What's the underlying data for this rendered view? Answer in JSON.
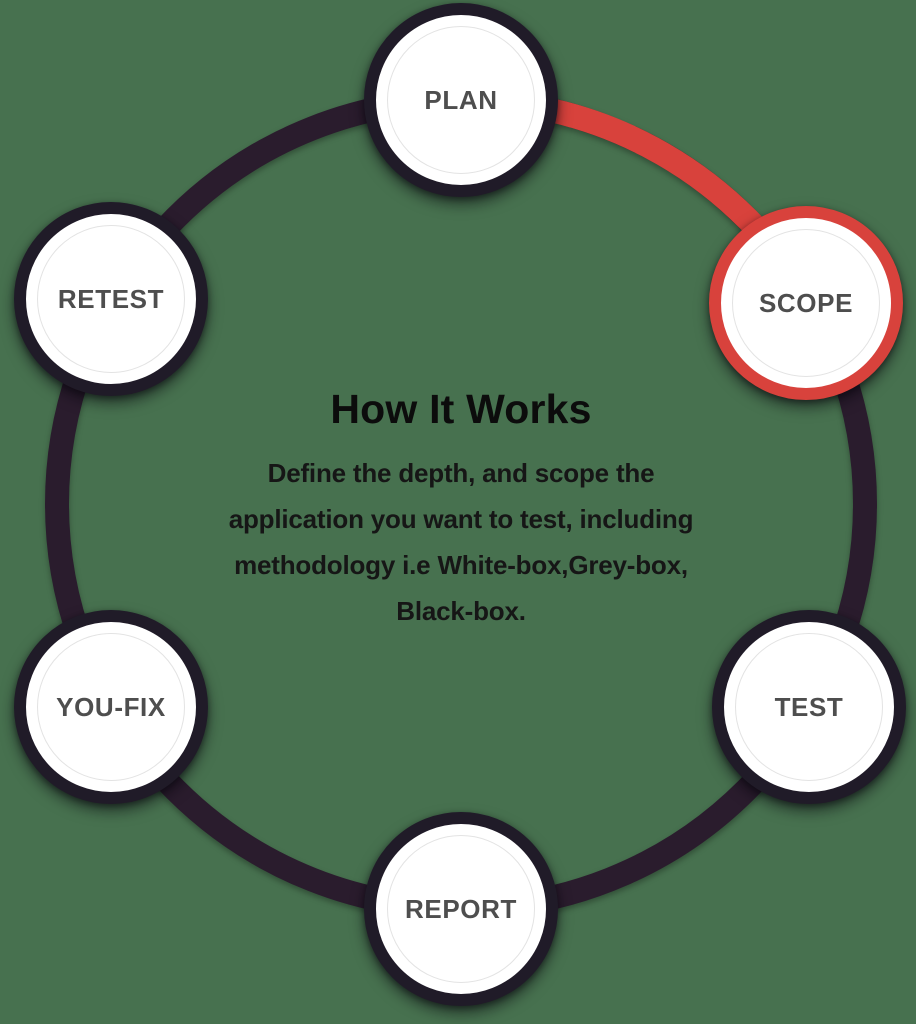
{
  "theme": {
    "background": "#47714F",
    "ring": "#2A1C2D",
    "active": "#D8423C",
    "nodeBorder": "#201B28",
    "innerRing": "#E3E3E3",
    "labelColor": "#4E4E4E",
    "titleColor": "#0C0C0C",
    "bodyColor": "#161616"
  },
  "center": {
    "title": "How It Works",
    "description_lines": [
      "Define the depth, and scope the",
      "application you want to test, including",
      "methodology i.e White-box,Grey-box,",
      "Black-box."
    ]
  },
  "nodes": [
    {
      "id": "plan",
      "label": "PLAN",
      "active": false
    },
    {
      "id": "scope",
      "label": "SCOPE",
      "active": true
    },
    {
      "id": "test",
      "label": "TEST",
      "active": false
    },
    {
      "id": "report",
      "label": "REPORT",
      "active": false
    },
    {
      "id": "you-fix",
      "label": "YOU-FIX",
      "active": false
    },
    {
      "id": "retest",
      "label": "RETEST",
      "active": false
    }
  ],
  "active_step": "SCOPE"
}
